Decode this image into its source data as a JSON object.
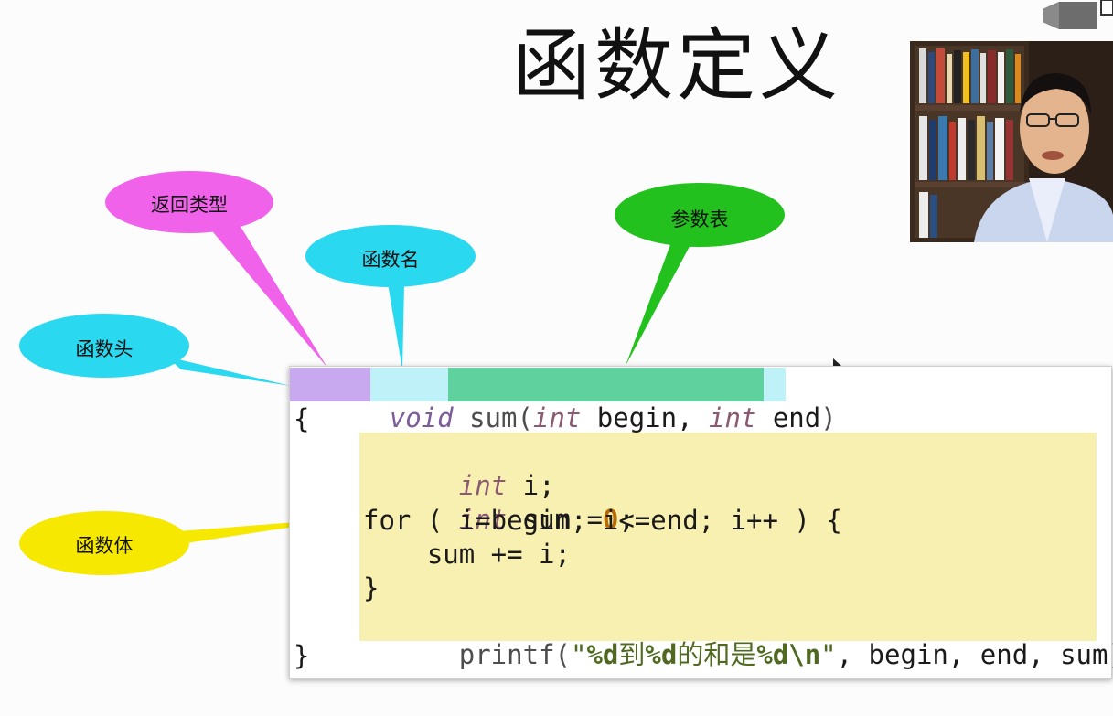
{
  "title": "函数定义",
  "labels": {
    "return_type": "返回类型",
    "function_name": "函数名",
    "parameter_list": "参数表",
    "function_header": "函数头",
    "function_body": "函数体"
  },
  "code": {
    "line1": {
      "kw": "void",
      "name": "sum(",
      "kw_a": "int",
      "param_a": " begin, ",
      "kw_b": "int",
      "param_b": " end",
      "close": ")"
    },
    "line2": "{",
    "line3": {
      "kw": "int",
      "rest": " i;"
    },
    "line4": {
      "kw": "int",
      "mid": " sum =",
      "num": "0",
      "end": ";"
    },
    "line5": "for ( i=begin; i<=end; i++ ) {",
    "line6": "    sum += i;",
    "line7": "}",
    "line8": {
      "fn": "printf(",
      "q1": "\"",
      "f1": "%d",
      "s1": "到",
      "f2": "%d",
      "s2": "的和是",
      "f3": "%d",
      "esc": "\\n",
      "q2": "\"",
      "rest": ", begin, end, sum);"
    },
    "line9": "}"
  },
  "colors": {
    "return_type_bubble": "#f062ea",
    "function_name_bubble": "#2ad8f0",
    "parameter_list_bubble": "#22c11e",
    "function_header_bubble": "#2ad8f0",
    "function_body_bubble": "#f6e800",
    "header_highlight": "#bff2f8",
    "return_type_highlight": "#c8a8ee",
    "params_highlight": "#5fd19e",
    "body_highlight": "#f8f0b0"
  }
}
